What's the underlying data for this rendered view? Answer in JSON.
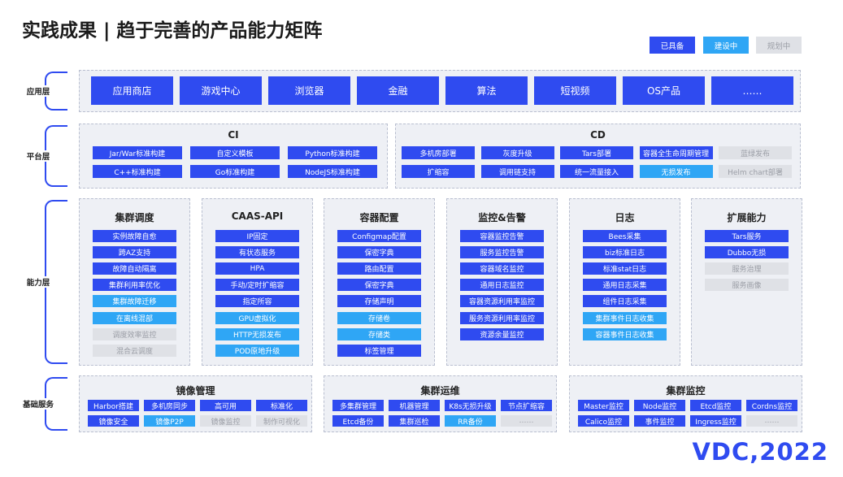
{
  "title": "实践成果 | 趋于完善的产品能力矩阵",
  "legend": [
    {
      "label": "已具备",
      "status": "built"
    },
    {
      "label": "建设中",
      "status": "building"
    },
    {
      "label": "规划中",
      "status": "planned"
    }
  ],
  "colors": {
    "built": "#2f4bf0",
    "building": "#2fa6f5",
    "planned": "#dfe1e6",
    "panel": "#eef0f5"
  },
  "layers": [
    "应用层",
    "平台层",
    "能力层",
    "基础服务"
  ],
  "app_layer": [
    {
      "label": "应用商店",
      "status": "built"
    },
    {
      "label": "游戏中心",
      "status": "built"
    },
    {
      "label": "浏览器",
      "status": "built"
    },
    {
      "label": "金融",
      "status": "built"
    },
    {
      "label": "算法",
      "status": "built"
    },
    {
      "label": "短视频",
      "status": "built"
    },
    {
      "label": "OS产品",
      "status": "built"
    },
    {
      "label": "……",
      "status": "built"
    }
  ],
  "platform_layer": {
    "ci": {
      "title": "CI",
      "items": [
        {
          "label": "Jar/War标准构建",
          "status": "built"
        },
        {
          "label": "自定义模板",
          "status": "built"
        },
        {
          "label": "Python标准构建",
          "status": "built"
        },
        {
          "label": "C++标准构建",
          "status": "built"
        },
        {
          "label": "Go标准构建",
          "status": "built"
        },
        {
          "label": "NodeJS标准构建",
          "status": "built"
        }
      ]
    },
    "cd": {
      "title": "CD",
      "items": [
        {
          "label": "多机房部署",
          "status": "built"
        },
        {
          "label": "灰度升级",
          "status": "built"
        },
        {
          "label": "Tars部署",
          "status": "built"
        },
        {
          "label": "容器全生命周期管理",
          "status": "built"
        },
        {
          "label": "蓝绿发布",
          "status": "planned"
        },
        {
          "label": "扩缩容",
          "status": "built"
        },
        {
          "label": "调用链支持",
          "status": "built"
        },
        {
          "label": "统一流量接入",
          "status": "built"
        },
        {
          "label": "无损发布",
          "status": "building"
        },
        {
          "label": "Helm chart部署",
          "status": "planned"
        }
      ]
    }
  },
  "capability_layer": [
    {
      "title": "集群调度",
      "items": [
        {
          "label": "实例故障自愈",
          "status": "built"
        },
        {
          "label": "跨AZ支持",
          "status": "built"
        },
        {
          "label": "故障自动隔离",
          "status": "built"
        },
        {
          "label": "集群利用率优化",
          "status": "built"
        },
        {
          "label": "集群故障迁移",
          "status": "building"
        },
        {
          "label": "在离线混部",
          "status": "building"
        },
        {
          "label": "调度效率监控",
          "status": "planned"
        },
        {
          "label": "混合云调度",
          "status": "planned"
        }
      ]
    },
    {
      "title": "CAAS-API",
      "items": [
        {
          "label": "IP固定",
          "status": "built"
        },
        {
          "label": "有状态服务",
          "status": "built"
        },
        {
          "label": "HPA",
          "status": "built"
        },
        {
          "label": "手动/定时扩缩容",
          "status": "built"
        },
        {
          "label": "指定所容",
          "status": "built"
        },
        {
          "label": "GPU虚拟化",
          "status": "building"
        },
        {
          "label": "HTTP无损发布",
          "status": "building"
        },
        {
          "label": "POD原地升级",
          "status": "building"
        }
      ]
    },
    {
      "title": "容器配置",
      "items": [
        {
          "label": "Configmap配置",
          "status": "built"
        },
        {
          "label": "保密字典",
          "status": "built"
        },
        {
          "label": "路由配置",
          "status": "built"
        },
        {
          "label": "保密字典",
          "status": "built"
        },
        {
          "label": "存储声明",
          "status": "built"
        },
        {
          "label": "存储卷",
          "status": "building"
        },
        {
          "label": "存储类",
          "status": "building"
        },
        {
          "label": "标签管理",
          "status": "built"
        }
      ]
    },
    {
      "title": "监控&告警",
      "items": [
        {
          "label": "容器监控告警",
          "status": "built"
        },
        {
          "label": "服务监控告警",
          "status": "built"
        },
        {
          "label": "容器域名监控",
          "status": "built"
        },
        {
          "label": "通用日志监控",
          "status": "built"
        },
        {
          "label": "容器资源利用率监控",
          "status": "built"
        },
        {
          "label": "服务资源利用率监控",
          "status": "built"
        },
        {
          "label": "资源余量监控",
          "status": "built"
        }
      ]
    },
    {
      "title": "日志",
      "items": [
        {
          "label": "Bees采集",
          "status": "built"
        },
        {
          "label": "biz标准日志",
          "status": "built"
        },
        {
          "label": "标准stat日志",
          "status": "built"
        },
        {
          "label": "通用日志采集",
          "status": "built"
        },
        {
          "label": "组件日志采集",
          "status": "built"
        },
        {
          "label": "集群事件日志收集",
          "status": "building"
        },
        {
          "label": "容器事件日志收集",
          "status": "building"
        }
      ]
    },
    {
      "title": "扩展能力",
      "items": [
        {
          "label": "Tars服务",
          "status": "built"
        },
        {
          "label": "Dubbo无损",
          "status": "built"
        },
        {
          "label": "服务治理",
          "status": "planned"
        },
        {
          "label": "服务画像",
          "status": "planned"
        }
      ]
    }
  ],
  "base_layer": [
    {
      "title": "镜像管理",
      "items": [
        {
          "label": "Harbor搭建",
          "status": "built"
        },
        {
          "label": "多机房同步",
          "status": "built"
        },
        {
          "label": "高可用",
          "status": "built"
        },
        {
          "label": "标准化",
          "status": "built"
        },
        {
          "label": "镜像安全",
          "status": "built"
        },
        {
          "label": "镜像P2P",
          "status": "building"
        },
        {
          "label": "镜像监控",
          "status": "planned"
        },
        {
          "label": "制作可视化",
          "status": "planned"
        }
      ]
    },
    {
      "title": "集群运维",
      "items": [
        {
          "label": "多集群管理",
          "status": "built"
        },
        {
          "label": "机器管理",
          "status": "built"
        },
        {
          "label": "K8s无损升级",
          "status": "built"
        },
        {
          "label": "节点扩缩容",
          "status": "built"
        },
        {
          "label": "Etcd备份",
          "status": "built"
        },
        {
          "label": "集群巡检",
          "status": "built"
        },
        {
          "label": "RR备份",
          "status": "building"
        },
        {
          "label": "……",
          "status": "planned"
        }
      ]
    },
    {
      "title": "集群监控",
      "items": [
        {
          "label": "Master监控",
          "status": "built"
        },
        {
          "label": "Node监控",
          "status": "built"
        },
        {
          "label": "Etcd监控",
          "status": "built"
        },
        {
          "label": "Cordns监控",
          "status": "built"
        },
        {
          "label": "Calico监控",
          "status": "built"
        },
        {
          "label": "事件监控",
          "status": "built"
        },
        {
          "label": "Ingress监控",
          "status": "built"
        },
        {
          "label": "……",
          "status": "planned"
        }
      ]
    }
  ],
  "logo": "VDC,2022"
}
